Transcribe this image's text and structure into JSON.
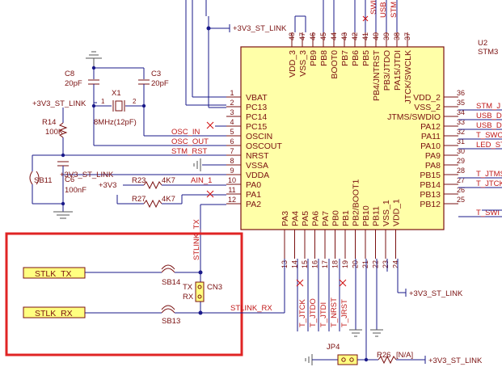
{
  "colors": {
    "wire": "#1a1a8a",
    "ic_fill": "#ffffa8",
    "text": "#7a1010",
    "net": "#c01818",
    "highlight": "#e02424",
    "connector_fill": "#ffff80"
  },
  "ic": {
    "ref": "U2",
    "part": "STM3"
  },
  "ic_top_pins": [
    "VDD_3",
    "VSS_3",
    "PB9",
    "PB8",
    "BOOT0",
    "PB7",
    "PB6",
    "PB5",
    "PB4/JNTRST",
    "PB3/JTDO",
    "PA15/JTDI",
    "JTCK/SWCLK"
  ],
  "ic_top_numbers": [
    "48",
    "47",
    "46",
    "45",
    "44",
    "43",
    "42",
    "41",
    "40",
    "39",
    "38",
    "37"
  ],
  "ic_left_pins": [
    "VBAT",
    "PC13",
    "PC14",
    "PC15",
    "OSCIN",
    "OSCOUT",
    "NRST",
    "VSSA",
    "VDDA",
    "PA0",
    "PA1",
    "PA2"
  ],
  "ic_left_numbers": [
    "1",
    "2",
    "3",
    "4",
    "5",
    "6",
    "7",
    "8",
    "9",
    "10",
    "11",
    "12"
  ],
  "ic_right_pins": [
    "VDD_2",
    "VSS_2",
    "JTMS/SWDIO",
    "PA12",
    "PA11",
    "PA10",
    "PA9",
    "PA8",
    "PB15",
    "PB14",
    "PB13",
    "PB12"
  ],
  "ic_right_numbers": [
    "36",
    "35",
    "34",
    "33",
    "32",
    "31",
    "30",
    "29",
    "28",
    "27",
    "26",
    "25"
  ],
  "ic_bottom_pins": [
    "PA3",
    "PA4",
    "PA5",
    "PA6",
    "PA7",
    "PB0",
    "PB1",
    "PB2/BOOT1",
    "PB10",
    "PB11",
    "VSS_1",
    "VDD_1"
  ],
  "ic_bottom_numbers": [
    "13",
    "14",
    "15",
    "16",
    "17",
    "18",
    "19",
    "20",
    "21",
    "22",
    "23",
    "24"
  ],
  "nets": {
    "vdd_top": "+3V3_ST_LINK",
    "vdd_left": "+3V3_ST_LINK",
    "vdd_bottom": "+3V3_ST_LINK",
    "vdd_jp": "+3V3_ST_LINK",
    "vdd_c6": "+3V3_ST_LINK",
    "vdd_short": "+3V3",
    "osc_in": "OSC_IN",
    "osc_out": "OSC_OUT",
    "stm_rst": "STM_RST",
    "ain": "AIN_1",
    "rx_net": "STLINK_RX",
    "tx_net": "STLINK_TX",
    "top_net1": "USB",
    "top_net2": "STM",
    "top_net3": "SWIM",
    "right_nets": [
      "STM_J",
      "USB_D",
      "USB_D",
      "T_SWC",
      "LED_ST",
      "T_JTMS",
      "T_JTCK",
      "T_SWI"
    ],
    "bottom_nets": [
      "T_JTCK",
      "T_JTDO",
      "T_JTDI",
      "T_NRST",
      "T_JRST"
    ]
  },
  "components": {
    "c8": {
      "ref": "C8",
      "value": "20pF"
    },
    "c3": {
      "ref": "C3",
      "value": "20pF"
    },
    "x1": {
      "ref": "X1",
      "value": "8MHz(12pF)",
      "pin1": "1",
      "pin2": "2"
    },
    "r14": {
      "ref": "R14",
      "value": "100K"
    },
    "c6": {
      "ref": "C6",
      "value": "100nF"
    },
    "sb11": {
      "ref": "SB11"
    },
    "r23": {
      "ref": "R23",
      "value": "4K7"
    },
    "r27": {
      "ref": "R27",
      "value": "4K7"
    },
    "sb14": {
      "ref": "SB14"
    },
    "sb13": {
      "ref": "SB13"
    },
    "cn3": {
      "ref": "CN3",
      "tx": "TX",
      "rx": "RX"
    },
    "jp4": {
      "ref": "JP4"
    },
    "r26": {
      "ref": "R26",
      "value": "[N/A]"
    }
  },
  "labels": {
    "stlk_tx": "STLK_TX",
    "stlk_rx": "STLK_RX"
  }
}
